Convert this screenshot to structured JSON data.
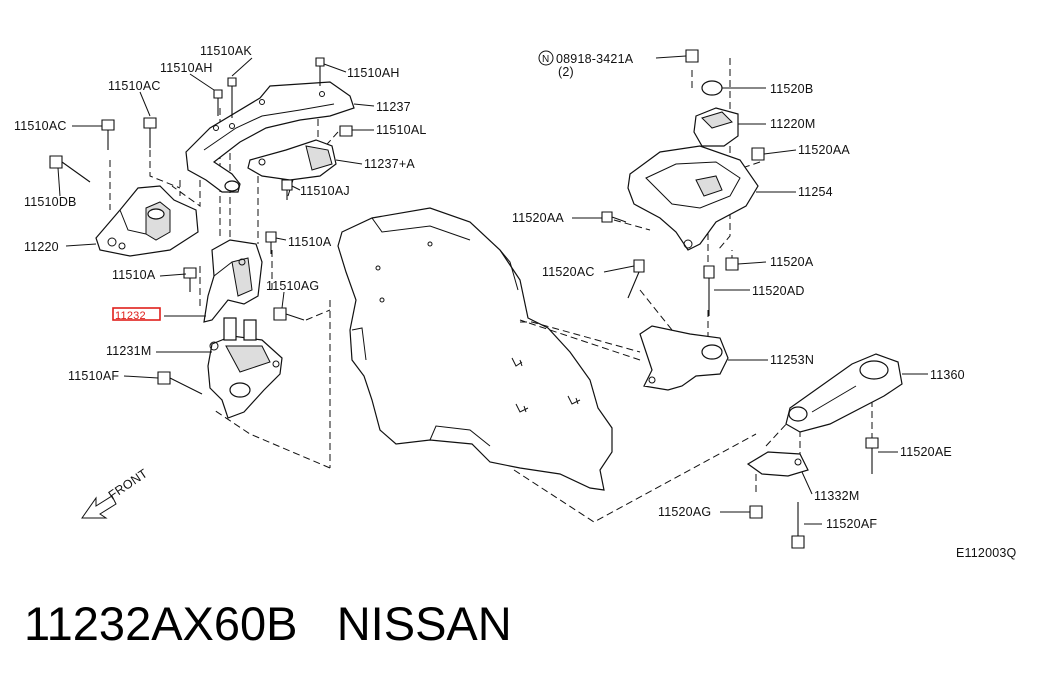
{
  "diagram": {
    "labels": {
      "l_11510AK": "11510AK",
      "l_11510AH_a": "11510AH",
      "l_11510AH_b": "11510AH",
      "l_11510AC": "11510AC",
      "l_11510AC2": "11510AC",
      "l_11237": "11237",
      "l_11510AL": "11510AL",
      "l_11237A": "11237+A",
      "l_11510AJ": "11510AJ",
      "l_11510DB": "11510DB",
      "l_11220": "11220",
      "l_11510A": "11510A",
      "l_11510A2": "11510A",
      "l_11510AG": "11510AG",
      "l_11232": "11232",
      "l_11231M": "11231M",
      "l_11510AF": "11510AF",
      "l_front": "FRONT",
      "l_N": "N",
      "l_08918": "08918-3421A",
      "l_qty": "(2)",
      "l_11520B": "11520B",
      "l_11220M": "11220M",
      "l_11520AA": "11520AA",
      "l_11254": "11254",
      "l_11520AA2": "11520AA",
      "l_11520A": "11520A",
      "l_11520AC": "11520AC",
      "l_11520AD": "11520AD",
      "l_11253N": "11253N",
      "l_11360": "11360",
      "l_11520AE": "11520AE",
      "l_11332M": "11332M",
      "l_11520AG": "11520AG",
      "l_11520AF": "11520AF",
      "l_code": "E112003Q"
    },
    "highlight_color": "#e0201c"
  },
  "footer": {
    "part_number": "11232AX60B",
    "brand": "NISSAN"
  }
}
